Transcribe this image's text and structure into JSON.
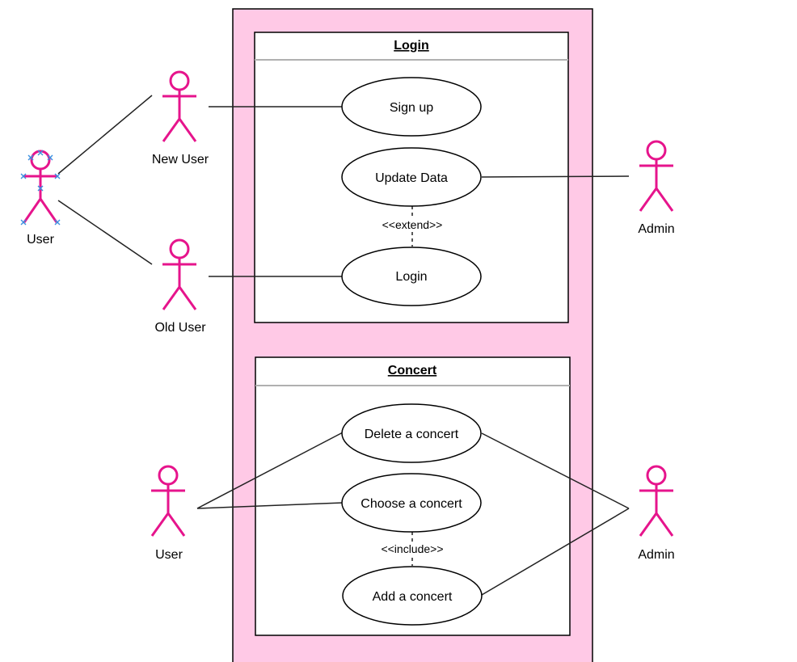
{
  "packages": {
    "login": {
      "title": "Login"
    },
    "concert": {
      "title": "Concert"
    }
  },
  "use_cases": {
    "sign_up": "Sign up",
    "update_data": "Update Data",
    "login": "Login",
    "delete_concert": "Delete a concert",
    "choose_concert": "Choose a concert",
    "add_concert": "Add a concert"
  },
  "relations": {
    "extend": "<<extend>>",
    "include": "<<include>>"
  },
  "actors": {
    "user_main": "User",
    "new_user": "New User",
    "old_user": "Old User",
    "admin_top": "Admin",
    "user_bottom": "User",
    "admin_bottom": "Admin"
  },
  "colors": {
    "system_fill": "#ffc9e6",
    "actor_stroke": "#e6148c",
    "selection_handles": "#3a8fe0"
  }
}
